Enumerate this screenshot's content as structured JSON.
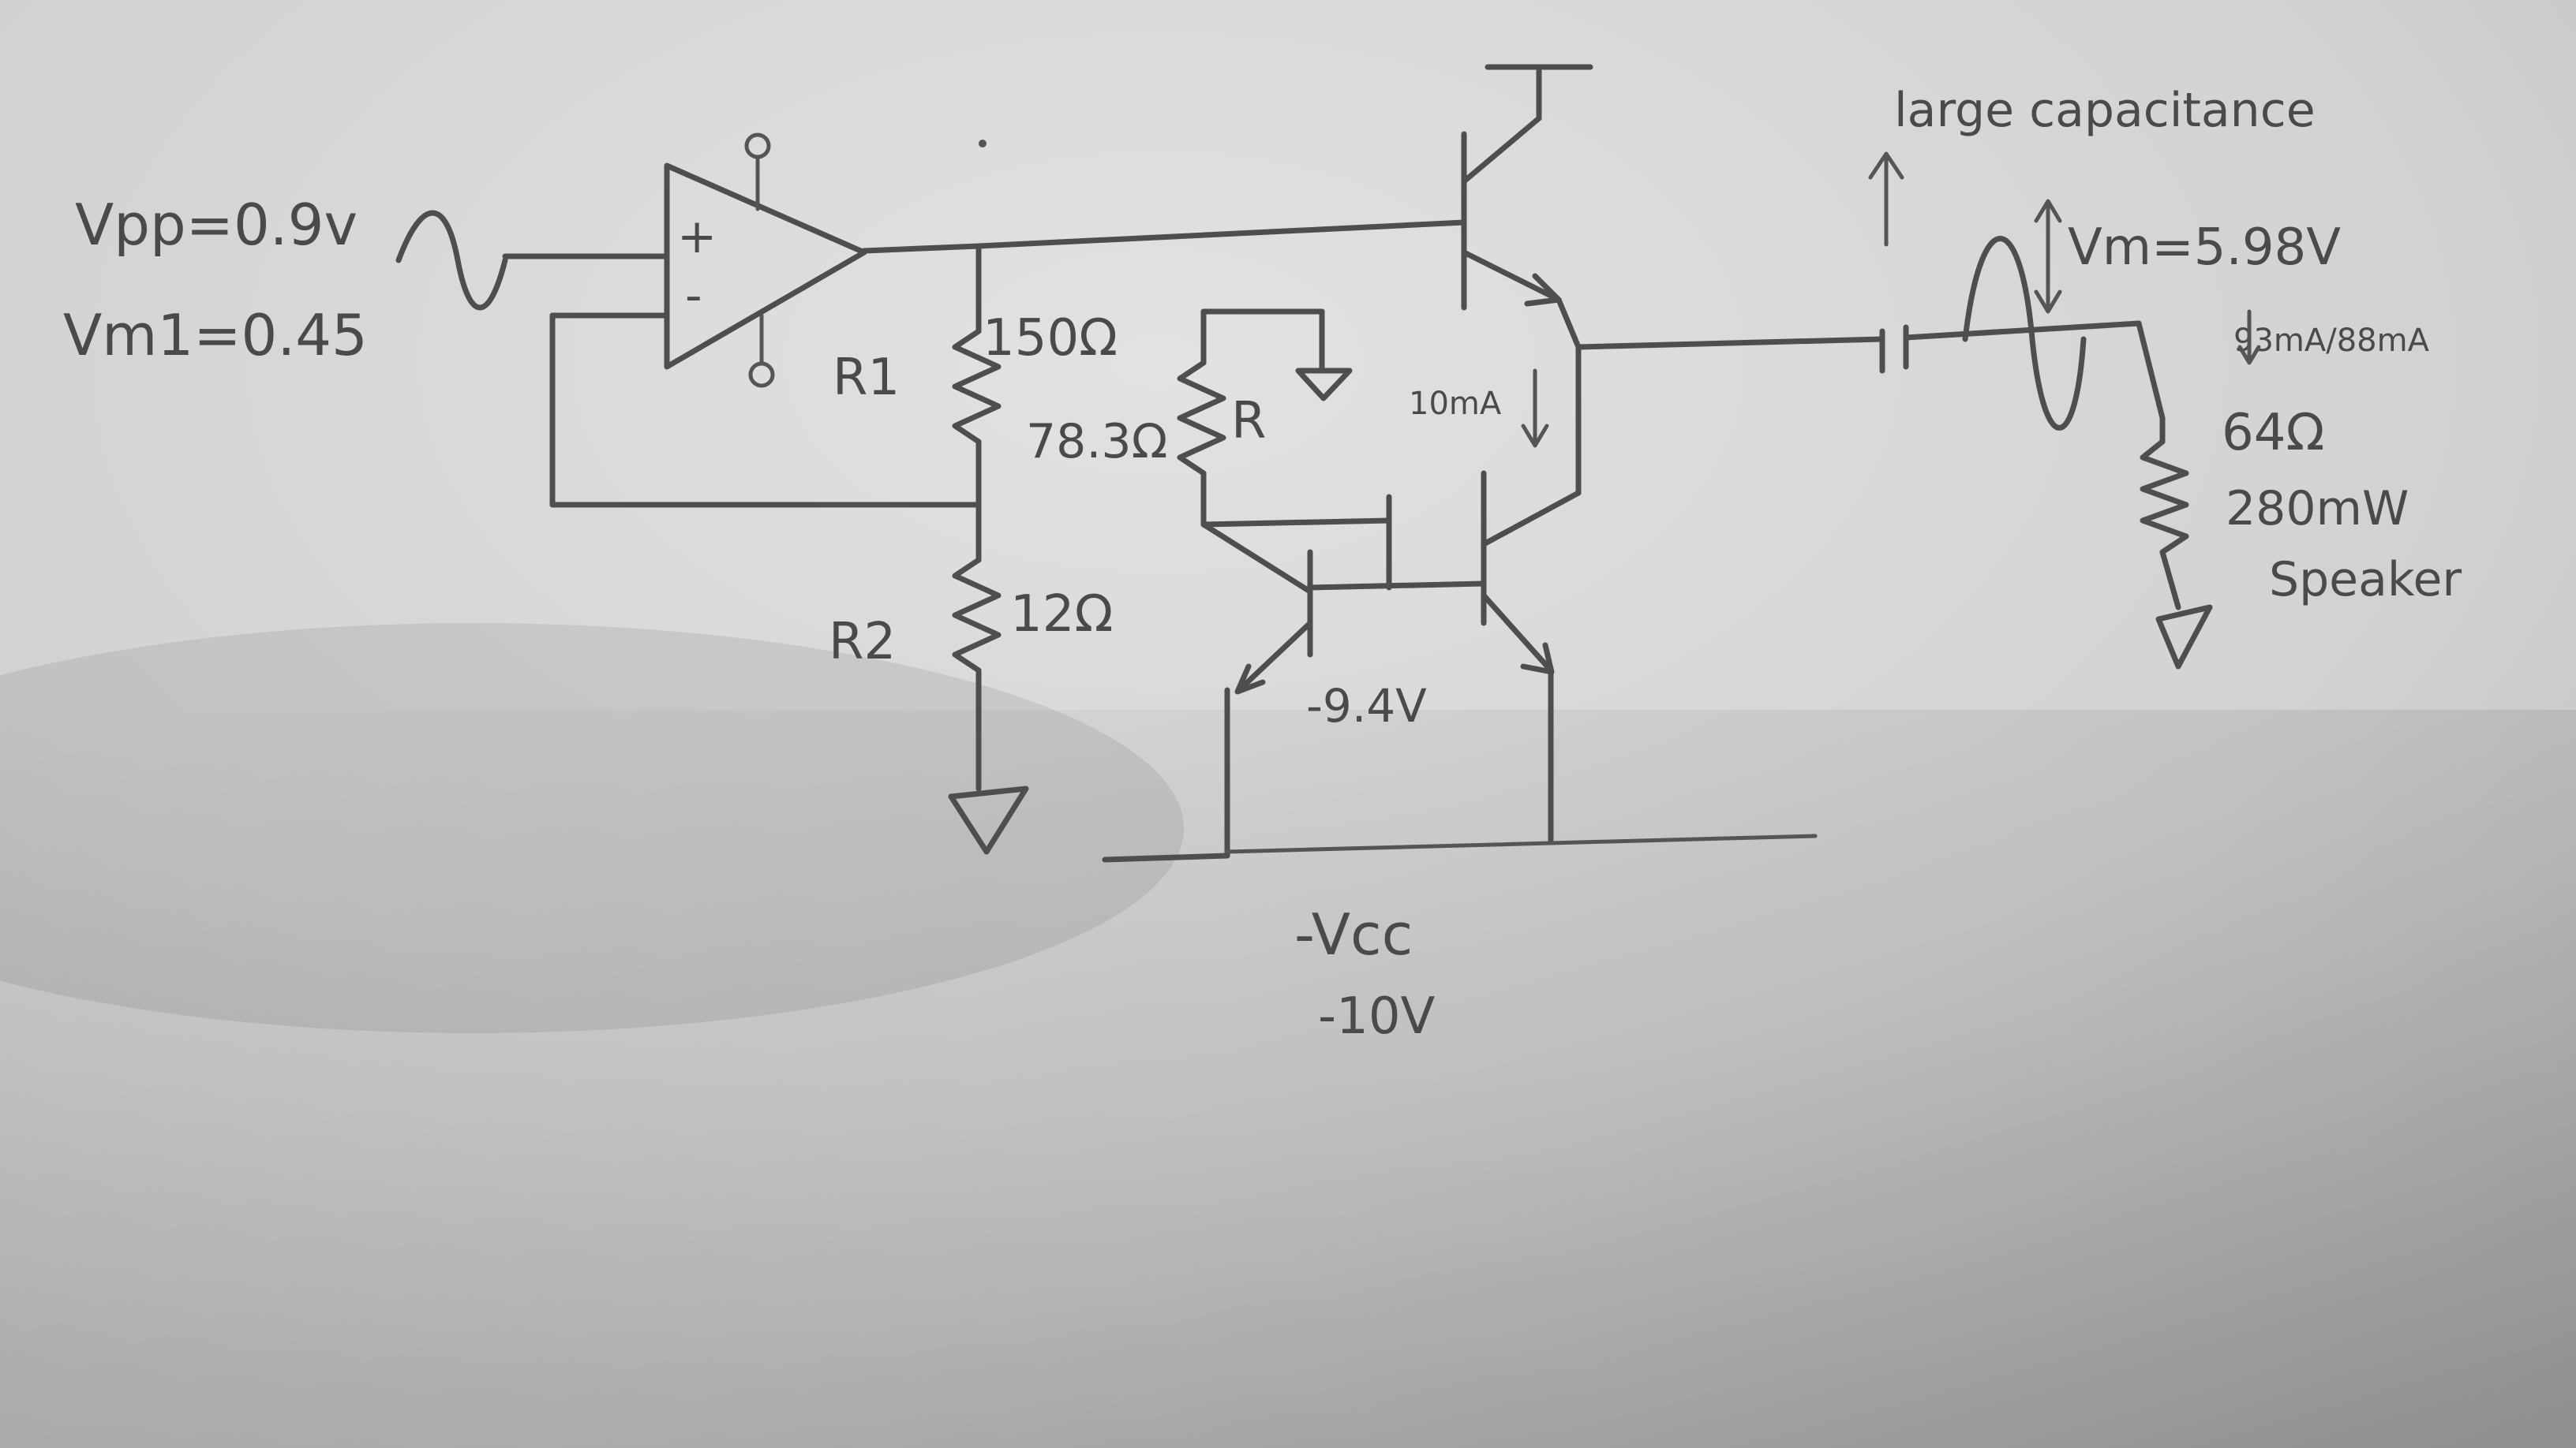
{
  "source": {
    "vpp": "Vpp=0.9v",
    "vm1": "Vm1=0.45"
  },
  "opamp": {
    "plus": "+",
    "minus": "-"
  },
  "resistors": {
    "r1_name": "R1",
    "r1_value": "150Ω",
    "r2_name": "R2",
    "r2_value": "12Ω",
    "r_name": "R",
    "r_value": "78.3Ω"
  },
  "transistor_notes": {
    "current": "10mA",
    "base_voltage": "-9.4V"
  },
  "supply": {
    "label": "-Vcc",
    "value": "-10V"
  },
  "output": {
    "capacitor_note": "large capacitance",
    "vm": "Vm=5.98V",
    "current": "93mA/88mA",
    "load_value": "64Ω",
    "load_power": "280mW",
    "load_name": "Speaker"
  },
  "colors": {
    "paper": "#d6d6d6",
    "ink": "#4a4a4a"
  }
}
